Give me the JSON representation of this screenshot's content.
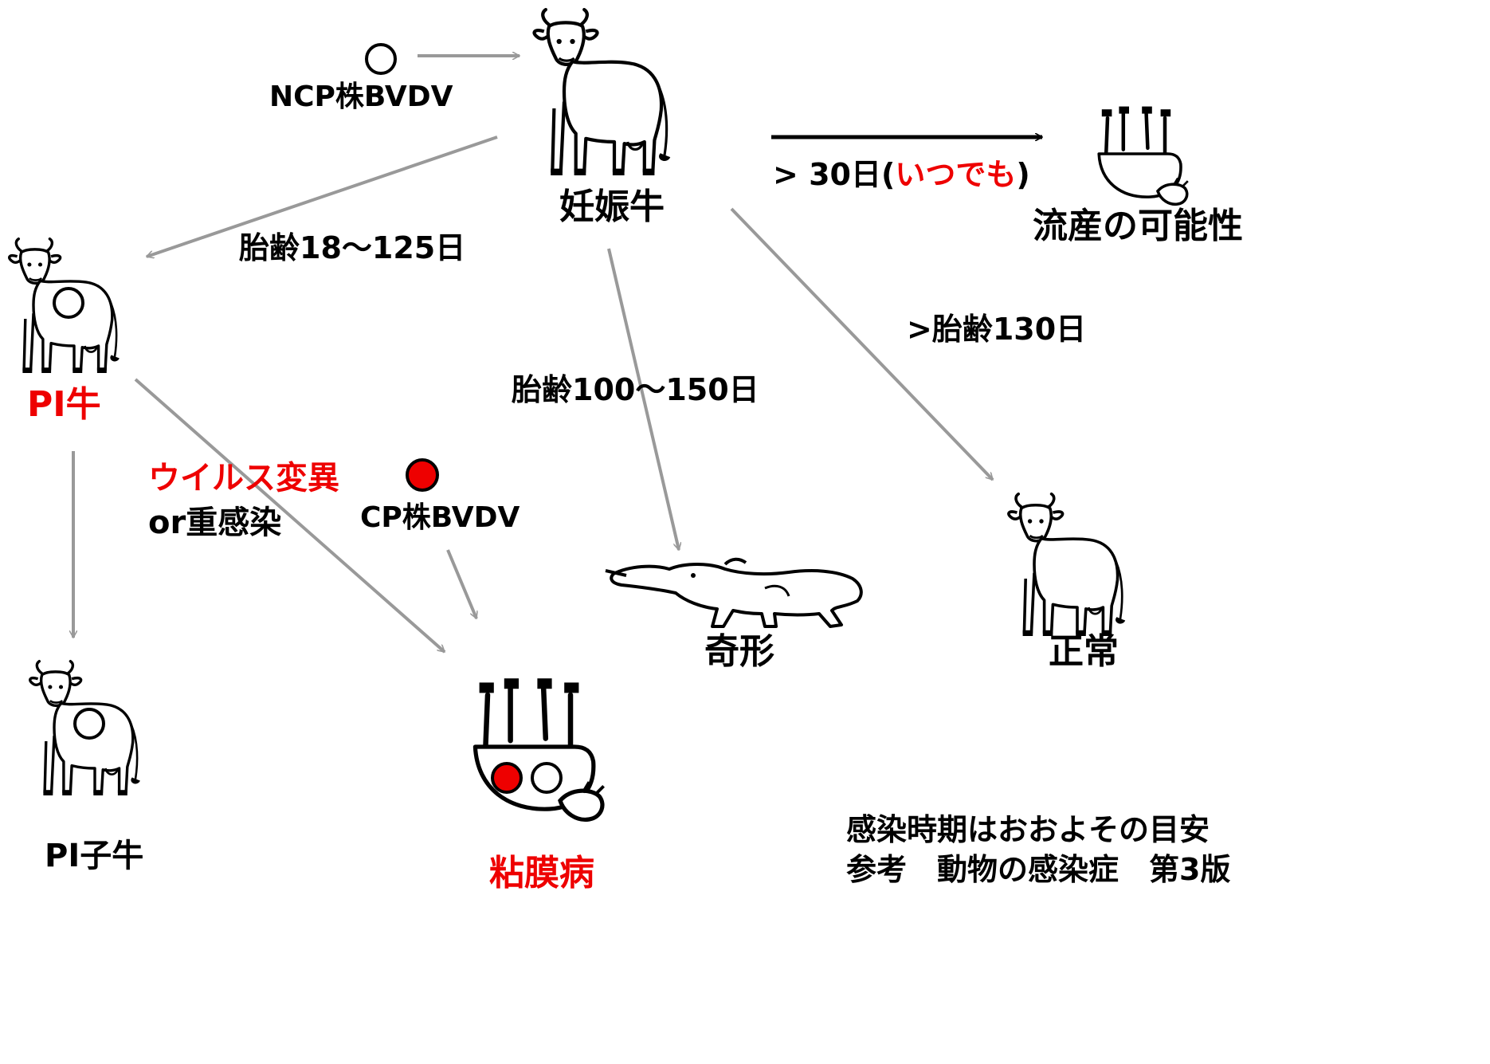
{
  "colors": {
    "red": "#ee0000",
    "arrow_gray": "#999999",
    "arrow_black": "#000000",
    "circle_red": "#ee0000"
  },
  "labels": {
    "ncp_strain": "NCP株BVDV",
    "pregnant_cow": "妊娠牛",
    "abortion": "流産の可能性",
    "days_over_30_prefix": "> 30日(",
    "days_over_30_red": "いつでも",
    "days_over_30_suffix": ")",
    "fetal_age_18_125": "胎齢18〜125日",
    "pi_cow": "PI牛",
    "fetal_age_over_130": ">胎齢130日",
    "fetal_age_100_150": "胎齢100〜150日",
    "virus_mutation": "ウイルス変異",
    "or_superinfection": "or重感染",
    "cp_strain": "CP株BVDV",
    "deformity": "奇形",
    "normal": "正常",
    "pi_calf": "PI子牛",
    "mucosal_disease": "粘膜病",
    "note_line1": "感染時期はおおよその目安",
    "note_line2": "参考　動物の感染症　第3版"
  },
  "icons": [
    "cow-icon",
    "open-circle-icon",
    "filled-red-circle-icon",
    "arrow-icon"
  ]
}
